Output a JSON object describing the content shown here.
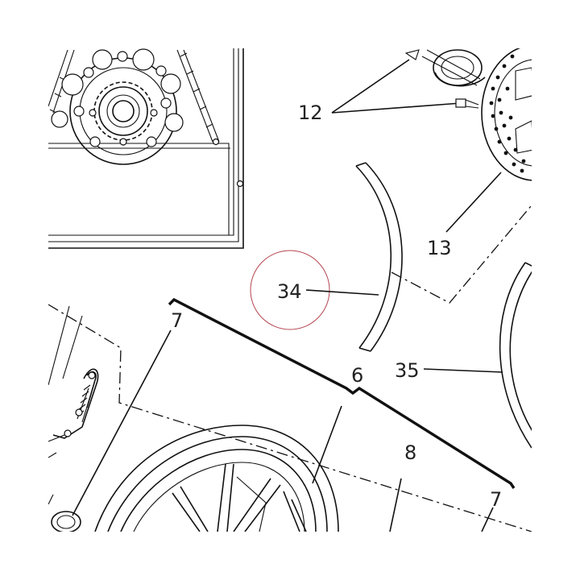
{
  "callouts": {
    "c12": "12",
    "c13": "13",
    "c34": "34",
    "c35": "35",
    "c7a": "7",
    "c6": "6",
    "c8": "8",
    "c7b": "7"
  },
  "colors": {
    "line": "#111111",
    "highlight_circle": "#b4444f",
    "background": "#ffffff"
  }
}
